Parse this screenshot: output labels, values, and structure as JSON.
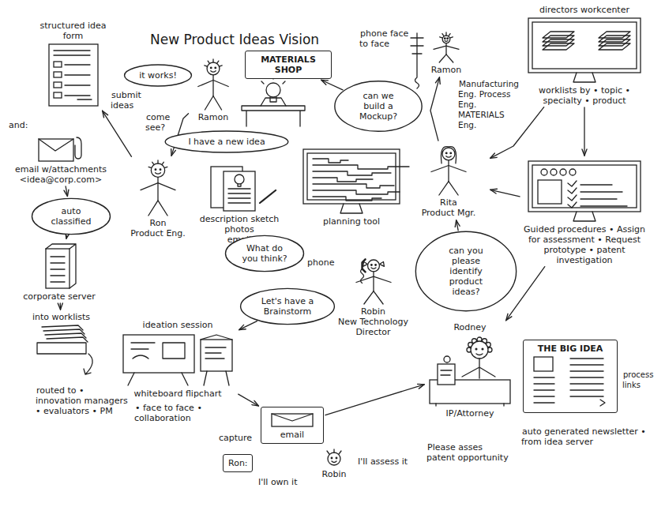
{
  "diagram": {
    "title": "New Product Ideas Vision",
    "nodes": [
      {
        "text": [
          "structured idea form"
        ]
      },
      {
        "text": [
          "email w/attachments <idea@corp.com>"
        ]
      },
      {
        "text": [
          "auto classified"
        ]
      },
      {
        "text": [
          "corporate server"
        ]
      },
      {
        "text": [
          "into worklists"
        ]
      },
      {
        "text": [
          "Ramon"
        ]
      },
      {
        "text": [
          "it works!"
        ]
      },
      {
        "text": [
          "MATERIALS SHOP"
        ]
      },
      {
        "text": [
          "can we build a Mockup?"
        ]
      },
      {
        "text": [
          "Ramon"
        ]
      },
      {
        "text": [
          "Ron",
          "Product Eng."
        ]
      },
      {
        "text": [
          "I have a new idea"
        ]
      },
      {
        "text": [
          "description sketch photos",
          "email"
        ]
      },
      {
        "text": [
          "What do you think?"
        ]
      },
      {
        "text": [
          "planning tool"
        ]
      },
      {
        "text": [
          "Rita",
          "Product Mgr."
        ]
      },
      {
        "text": [
          "directors workcenter",
          "worklists by • topic • specialty • product"
        ]
      },
      {
        "text": [
          "Guided procedures • Assign for assessment • Request prototype • patent investigation"
        ]
      },
      {
        "text": [
          "Robin",
          "New Technology Director"
        ]
      },
      {
        "text": [
          "Let's have a Brainstorm"
        ]
      },
      {
        "text": [
          "can you please identify product ideas?"
        ]
      },
      {
        "text": [
          "ideation session",
          "whiteboard flipchart"
        ]
      },
      {
        "text": [
          "email"
        ]
      },
      {
        "text": [
          "Robin"
        ]
      },
      {
        "text": [
          "Ron:"
        ]
      },
      {
        "text": [
          "Rodney",
          "IP/Attorney"
        ]
      },
      {
        "text": [
          "THE BIG IDEA"
        ]
      }
    ],
    "edges": [
      {
        "from": 10,
        "to": 0,
        "arrow": "to",
        "label": "submit ideas"
      },
      {
        "from": 1,
        "to": 2,
        "arrow": "to"
      },
      {
        "from": 2,
        "to": 3,
        "arrow": "to"
      },
      {
        "from": 3,
        "to": 4,
        "arrow": "to"
      },
      {
        "from": 5,
        "to": 10,
        "arrow": "to",
        "label": "come see?"
      },
      {
        "from": 8,
        "to": 7,
        "arrow": "to"
      },
      {
        "from": 15,
        "to": 9,
        "arrow": "to"
      },
      {
        "from": 16,
        "to": 15,
        "arrow": "to"
      },
      {
        "from": 17,
        "to": 15,
        "arrow": "to"
      },
      {
        "from": 16,
        "to": 17,
        "arrow": "to"
      },
      {
        "from": 20,
        "to": 15,
        "arrow": "to"
      },
      {
        "from": 19,
        "to": 21,
        "arrow": "to"
      },
      {
        "from": 21,
        "to": 22,
        "arrow": "to",
        "label": "capture"
      },
      {
        "from": 17,
        "to": 25,
        "arrow": "to"
      },
      {
        "from": 22,
        "to": 25,
        "arrow": "to"
      }
    ],
    "labels": [
      "and:",
      "phone face to face",
      "Manufacturing Eng. Process Eng. MATERIALS Eng.",
      "phone",
      "routed to • innovation managers • evaluators • PM",
      "• face to face • collaboration",
      "I'll assess it",
      "I'll own it",
      "Please asses patent opportunity",
      "process links",
      "auto generated newsletter • from idea server"
    ]
  }
}
